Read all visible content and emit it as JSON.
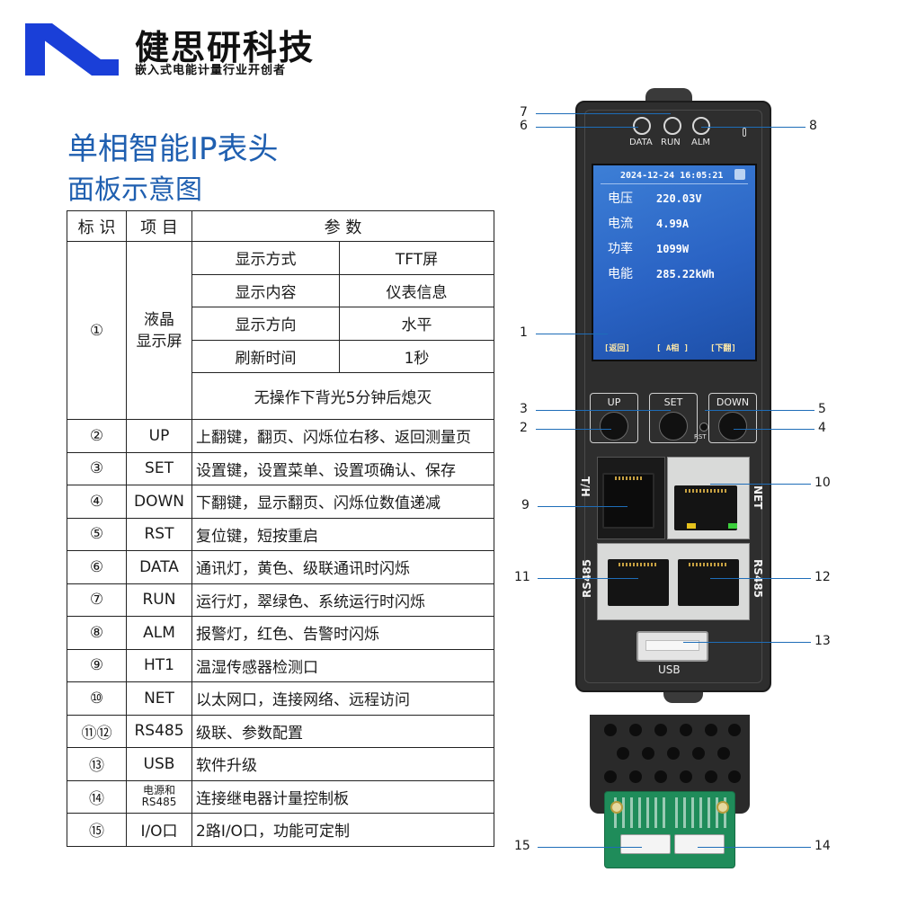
{
  "brand": {
    "name": "健思研科技",
    "slogan": "嵌入式电能计量行业开创者",
    "accent_color": "#1a3fd8"
  },
  "title": {
    "line1": "单相智能IP表头",
    "line2": "面板示意图",
    "color": "#1f5fb0"
  },
  "table": {
    "headers": {
      "mark": "标 识",
      "item": "项 目",
      "params": "参 数"
    },
    "lcd": {
      "mark": "①",
      "item": "液晶\n显示屏",
      "rows": [
        {
          "key": "显示方式",
          "value": "TFT屏"
        },
        {
          "key": "显示内容",
          "value": "仪表信息"
        },
        {
          "key": "显示方向",
          "value": "水平"
        },
        {
          "key": "刷新时间",
          "value": "1秒"
        }
      ],
      "note": "无操作下背光5分钟后熄灭"
    },
    "rows": [
      {
        "mark": "②",
        "item": "UP",
        "desc": "上翻键，翻页、闪烁位右移、返回测量页"
      },
      {
        "mark": "③",
        "item": "SET",
        "desc": "设置键，设置菜单、设置项确认、保存"
      },
      {
        "mark": "④",
        "item": "DOWN",
        "desc": "下翻键，显示翻页、闪烁位数值递减"
      },
      {
        "mark": "⑤",
        "item": "RST",
        "desc": "复位键，短按重启"
      },
      {
        "mark": "⑥",
        "item": "DATA",
        "desc": "通讯灯，黄色、级联通讯时闪烁"
      },
      {
        "mark": "⑦",
        "item": "RUN",
        "desc": "运行灯，翠绿色、系统运行时闪烁"
      },
      {
        "mark": "⑧",
        "item": "ALM",
        "desc": "报警灯，红色、告警时闪烁"
      },
      {
        "mark": "⑨",
        "item": "HT1",
        "desc": "温湿传感器检测口"
      },
      {
        "mark": "⑩",
        "item": "NET",
        "desc": "以太网口，连接网络、远程访问"
      },
      {
        "mark": "⑪⑫",
        "item": "RS485",
        "desc": "级联、参数配置"
      },
      {
        "mark": "⑬",
        "item": "USB",
        "desc": "软件升级"
      },
      {
        "mark": "⑭",
        "item": "电源和\nRS485",
        "desc": "连接继电器计量控制板"
      },
      {
        "mark": "⑮",
        "item": "I/O口",
        "desc": "2路I/O口，功能可定制"
      }
    ]
  },
  "device": {
    "leds": {
      "data": "DATA",
      "run": "RUN",
      "alm": "ALM"
    },
    "screen": {
      "datetime": "2024-12-24 16:05:21",
      "readings": [
        {
          "label": "电压",
          "value": "220.03V"
        },
        {
          "label": "电流",
          "value": "4.99A"
        },
        {
          "label": "功率",
          "value": "1099W"
        },
        {
          "label": "电能",
          "value": "285.22kWh"
        }
      ],
      "soft_keys": {
        "left": "[返回]",
        "mid": "[ A相 ]",
        "right": "[下翻]"
      }
    },
    "keys": {
      "up": "UP",
      "set": "SET",
      "down": "DOWN",
      "rst": "RST"
    },
    "ports": {
      "th": "T/H",
      "net": "NET",
      "rs485_left": "RS485",
      "rs485_right": "RS485",
      "usb": "USB"
    }
  },
  "callouts": [
    "1",
    "2",
    "3",
    "4",
    "5",
    "6",
    "7",
    "8",
    "9",
    "10",
    "11",
    "12",
    "13",
    "14",
    "15"
  ]
}
